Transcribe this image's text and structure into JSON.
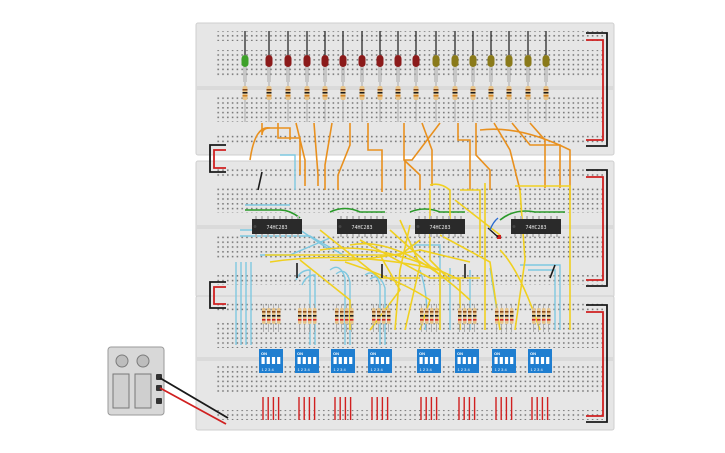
{
  "chips": [
    {
      "label": "74HC283"
    },
    {
      "label": "74HC283"
    },
    {
      "label": "74HC283"
    },
    {
      "label": "74HC283"
    }
  ],
  "dip_switches": [
    {
      "on_label": "ON",
      "numbers": "1 2 3 4"
    },
    {
      "on_label": "ON",
      "numbers": "1 2 3 4"
    },
    {
      "on_label": "ON",
      "numbers": "1 2 3 4"
    },
    {
      "on_label": "ON",
      "numbers": "1 2 3 4"
    },
    {
      "on_label": "ON",
      "numbers": "1 2 3 4"
    },
    {
      "on_label": "ON",
      "numbers": "1 2 3 4"
    },
    {
      "on_label": "ON",
      "numbers": "1 2 3 4"
    },
    {
      "on_label": "ON",
      "numbers": "1 2 3 4"
    }
  ],
  "leds": {
    "count": 17,
    "colors": [
      "#3ea12a",
      "#8b1a1a",
      "#8b1a1a",
      "#8b1a1a",
      "#8b1a1a",
      "#8b1a1a",
      "#8b1a1a",
      "#8b1a1a",
      "#8b1a1a",
      "#8b1a1a",
      "#8a7a1a",
      "#8a7a1a",
      "#8a7a1a",
      "#8a7a1a",
      "#8a7a1a",
      "#8a7a1a",
      "#8a7a1a"
    ]
  },
  "colors": {
    "breadboard": "#e8e8e8",
    "wire_orange": "#e8901e",
    "wire_yellow": "#f0d020",
    "wire_cyan": "#7ec8e0",
    "wire_green": "#2a9a2a",
    "wire_red": "#d02020",
    "wire_black": "#1a1a1a",
    "chip_body": "#2a2a2a",
    "dip_body": "#1f7ed0"
  }
}
